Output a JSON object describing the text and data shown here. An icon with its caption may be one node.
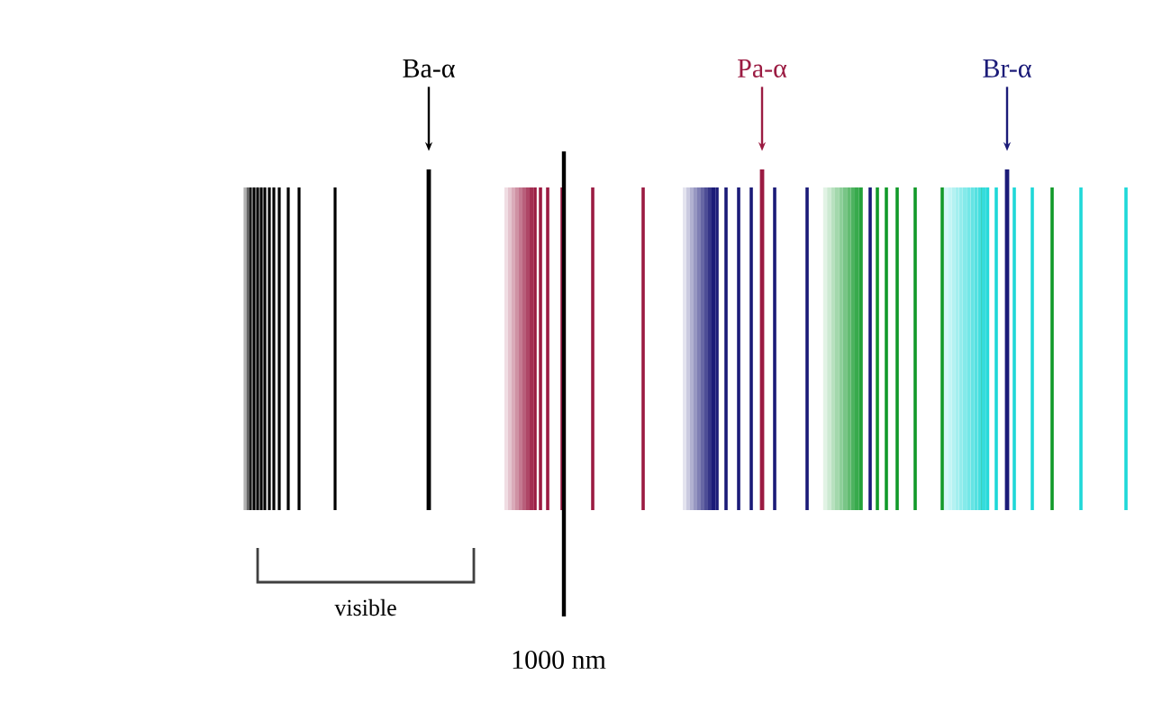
{
  "diagram": {
    "nodes": [
      {
        "text": [
          "Ba-α"
        ]
      },
      {
        "text": [],
        "shape": "bar"
      },
      {
        "text": [
          "Pa-α"
        ]
      },
      {
        "text": [],
        "shape": "bar"
      },
      {
        "text": [
          "Br-α"
        ]
      },
      {
        "text": [],
        "shape": "bar"
      }
    ],
    "edges": [
      {
        "from": 0,
        "to": 1,
        "arrow": "to"
      },
      {
        "from": 2,
        "to": 3,
        "arrow": "to",
        "color": "#9b1b42"
      },
      {
        "from": 4,
        "to": 5,
        "arrow": "to",
        "color": "#1b1b78"
      }
    ],
    "labels": [
      "visible",
      "1000 nm"
    ]
  }
}
